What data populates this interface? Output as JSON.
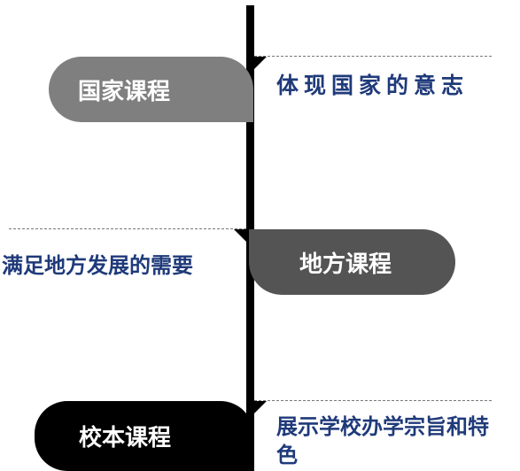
{
  "diagram": {
    "colors": {
      "axis": "#000000",
      "national_fill": "#7f7f7f",
      "local_fill": "#545454",
      "school_fill": "#000000",
      "description_text": "#1f3a7a"
    },
    "tiers": [
      {
        "name": "国家课程",
        "description": "体现国家的意志"
      },
      {
        "name": "地方课程",
        "description": "满足地方发展的需要"
      },
      {
        "name": "校本课程",
        "description": "展示学校办学宗旨和特色"
      }
    ]
  }
}
